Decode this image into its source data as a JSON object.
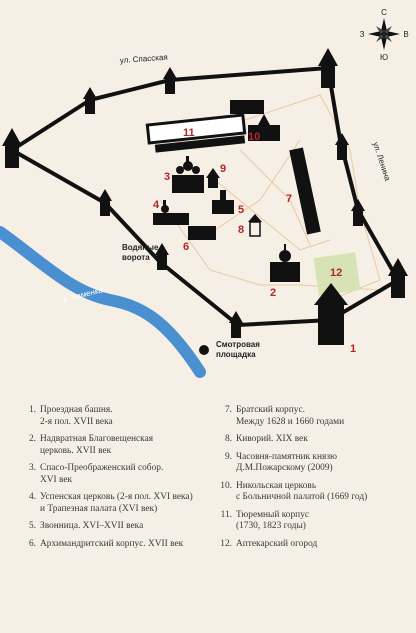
{
  "colors": {
    "background": "#f6efe6",
    "wall": "#111111",
    "river": "#4a8fd0",
    "number": "#b3262a",
    "garden": "#d7e3b5",
    "path": "#e7c9a3"
  },
  "map": {
    "streets": {
      "spasskaya": "ул. Спасская",
      "lenina": "ул. Ленина"
    },
    "river": "р. Каменка",
    "water_gate": [
      "Водяные",
      "ворота"
    ],
    "viewpoint": [
      "Смотровая",
      "площадка"
    ],
    "compass": {
      "n": "С",
      "s": "Ю",
      "w": "З",
      "e": "В"
    },
    "numbers": [
      "1",
      "2",
      "3",
      "4",
      "5",
      "6",
      "7",
      "8",
      "9",
      "10",
      "11",
      "12"
    ]
  },
  "legend": {
    "left": [
      {
        "num": "1.",
        "text": "Проездная башня.\n2-я пол. XVII века"
      },
      {
        "num": "2.",
        "text": "Надвратная Благовещенская\nцерковь. XVII век"
      },
      {
        "num": "3.",
        "text": "Спасо-Преображенский собор.\nXVI век"
      },
      {
        "num": "4.",
        "text": "Успенская церковь (2-я пол. XVI века)\nи Трапезная палата (XVI век)"
      },
      {
        "num": "5.",
        "text": "Звонница. XVI–XVII века"
      },
      {
        "num": "6.",
        "text": "Архимандритский корпус. XVII век"
      }
    ],
    "right": [
      {
        "num": "7.",
        "text": "Братский корпус.\nМежду 1628 и 1660 годами"
      },
      {
        "num": "8.",
        "text": "Киворий. XIX век"
      },
      {
        "num": "9.",
        "text": "Часовня-памятник князю\nД.М.Пожарскому (2009)"
      },
      {
        "num": "10.",
        "text": "Никольская церковь\nс Больничной палатой (1669 год)"
      },
      {
        "num": "11.",
        "text": "Тюремный корпус\n(1730, 1823 годы)"
      },
      {
        "num": "12.",
        "text": "Аптекарский огород"
      }
    ]
  }
}
